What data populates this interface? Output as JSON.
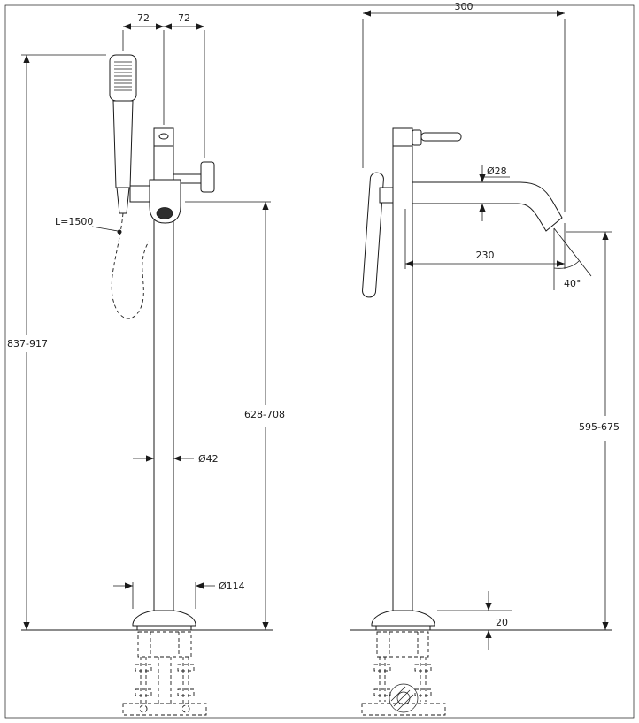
{
  "colors": {
    "ink": "#1a1a1a",
    "background": "#ffffff",
    "outlet_fill": "#2e2e2e"
  },
  "front_view": {
    "dims": {
      "top_left": "72",
      "top_right": "72",
      "hose_length": "L=1500",
      "total_height": "837-917",
      "spout_height": "628-708",
      "column_diameter": "Ø42",
      "base_diameter": "Ø114"
    }
  },
  "side_view": {
    "dims": {
      "overall_depth": "300",
      "spout_diameter": "Ø28",
      "spout_reach": "230",
      "spout_angle": "40°",
      "outlet_height": "595-675",
      "base_plate_height": "20"
    }
  }
}
